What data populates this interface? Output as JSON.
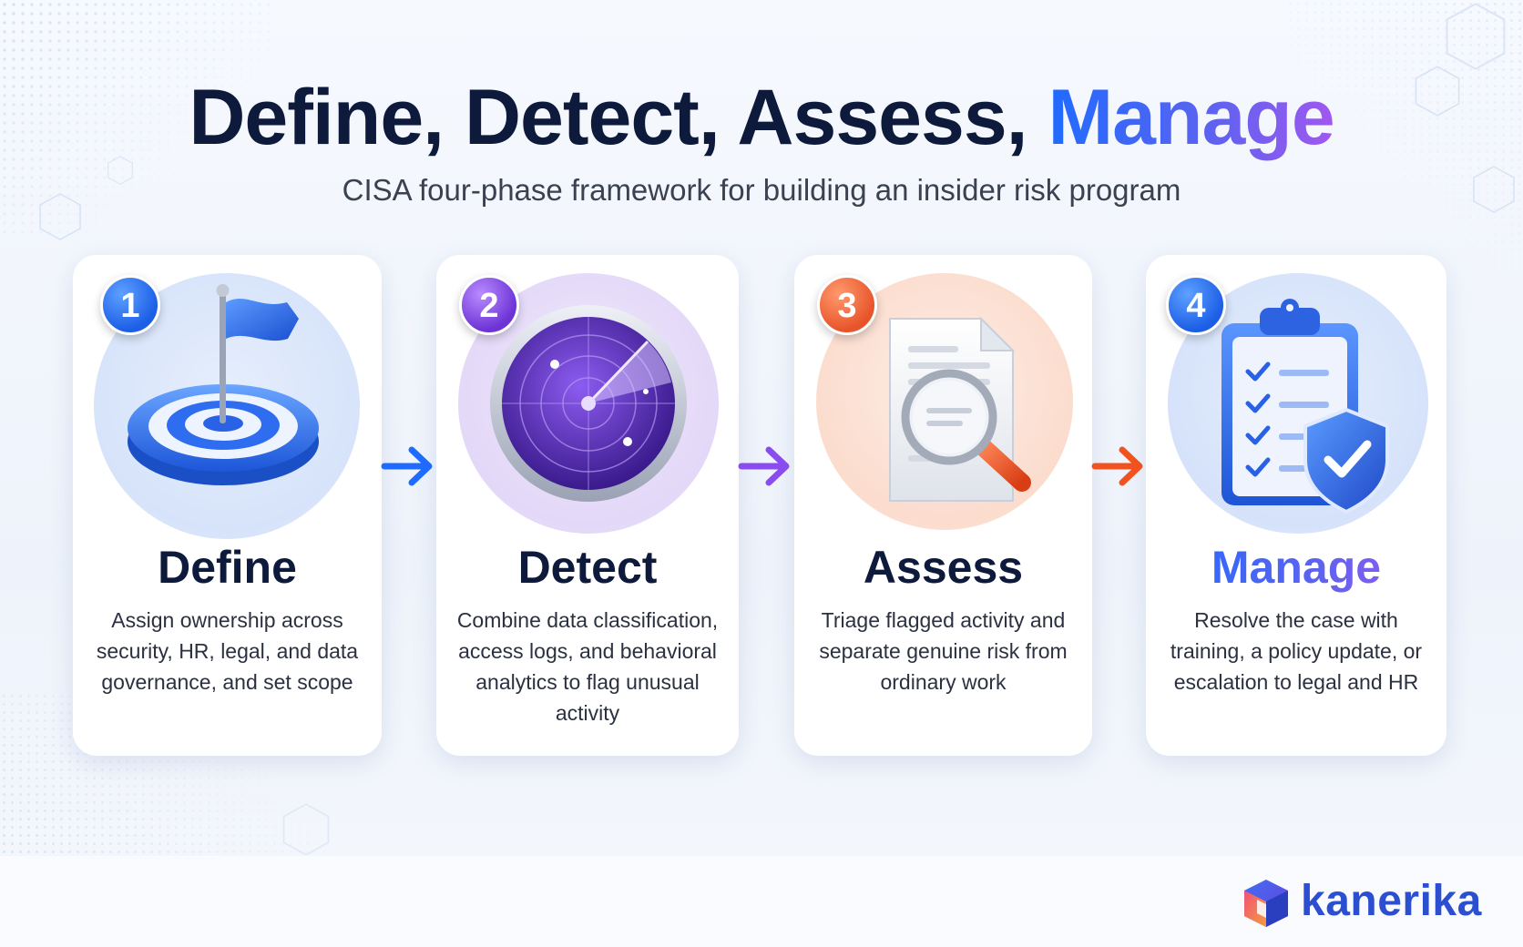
{
  "title": {
    "main": "Define, Detect, Assess,",
    "accent": "Manage"
  },
  "subtitle": "CISA four-phase framework for building an insider risk program",
  "phases": [
    {
      "number": "1",
      "name": "Define",
      "icon": "target-flag-icon",
      "description": "Assign ownership across security, HR, legal, and data governance, and set scope",
      "color": "#1c5ee6"
    },
    {
      "number": "2",
      "name": "Detect",
      "icon": "radar-icon",
      "description": "Combine data classification, access logs, and behavioral analytics to flag unusual activity",
      "color": "#6d33d6"
    },
    {
      "number": "3",
      "name": "Assess",
      "icon": "document-magnifier-icon",
      "description": "Triage flagged activity and separate genuine risk from ordinary work",
      "color": "#e8542a"
    },
    {
      "number": "4",
      "name": "Manage",
      "icon": "clipboard-shield-icon",
      "description": "Resolve the case with training, a policy update, or escalation to legal and HR",
      "color": "#1c5ee6"
    }
  ],
  "arrows": [
    {
      "color": "#1f6bff"
    },
    {
      "color": "#8a4cf0"
    },
    {
      "color": "#f0531f"
    }
  ],
  "brand": {
    "name": "kanerika",
    "color": "#2b4fd0"
  }
}
